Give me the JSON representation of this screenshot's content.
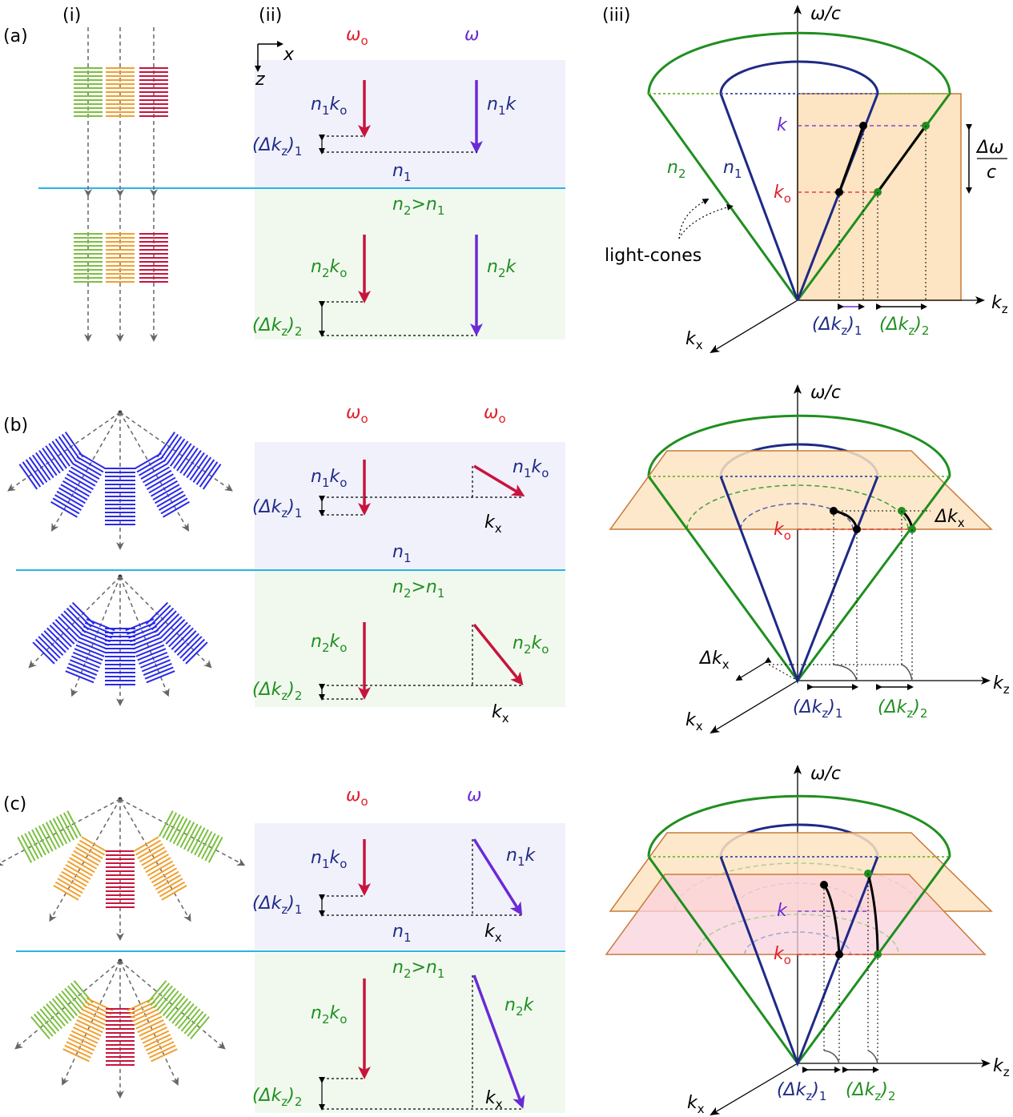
{
  "colors": {
    "red": "#c8143c",
    "purple": "#6a2ad6",
    "navy": "#1e2a86",
    "green": "#1f8f1f",
    "lightgreen": "#7cc040",
    "orange": "#f0a030",
    "blue": "#2a2ae8",
    "cyan": "#27b5e6",
    "bg_top": "#f1f1fb",
    "bg_bottom": "#f1f9ef",
    "plane": "#fde4c2",
    "plane_edge": "#c97a3a",
    "pink_plane": "#f9d2dc"
  },
  "column_labels": {
    "i": "(i)",
    "ii": "(ii)",
    "iii": "(iii)"
  },
  "rows": [
    {
      "label": "(a)",
      "freq_left": "ω",
      "freq_left_sub": "o",
      "freq_right": "ω",
      "freq_right_sub": "",
      "axes_x": "x",
      "axes_z": "z",
      "top_left_vec": {
        "n": "n",
        "nsub": "1",
        "k": "k",
        "ksub": "o"
      },
      "top_right_vec": {
        "n": "n",
        "nsub": "1",
        "k": "k",
        "ksub": ""
      },
      "top_dk": {
        "pre": "(Δk",
        "z": "z",
        "post": ")",
        "idx": "1"
      },
      "n1": {
        "n": "n",
        "sub": "1"
      },
      "n2gt": {
        "n": "n",
        "sub2": "2",
        "gt": ">n",
        "sub1": "1"
      },
      "bot_left_vec": {
        "n": "n",
        "nsub": "2",
        "k": "k",
        "ksub": "o"
      },
      "bot_right_vec": {
        "n": "n",
        "nsub": "2",
        "k": "k",
        "ksub": ""
      },
      "bot_dk": {
        "pre": "(Δk",
        "z": "z",
        "post": ")",
        "idx": "2"
      },
      "kx": ""
    },
    {
      "label": "(b)",
      "freq_left": "ω",
      "freq_left_sub": "o",
      "freq_right": "ω",
      "freq_right_sub": "o",
      "top_left_vec": {
        "n": "n",
        "nsub": "1",
        "k": "k",
        "ksub": "o"
      },
      "top_right_vec": {
        "n": "n",
        "nsub": "1",
        "k": "k",
        "ksub": "o"
      },
      "top_dk": {
        "pre": "(Δk",
        "z": "z",
        "post": ")",
        "idx": "1"
      },
      "n1": {
        "n": "n",
        "sub": "1"
      },
      "n2gt": {
        "n": "n",
        "sub2": "2",
        "gt": ">n",
        "sub1": "1"
      },
      "bot_left_vec": {
        "n": "n",
        "nsub": "2",
        "k": "k",
        "ksub": "o"
      },
      "bot_right_vec": {
        "n": "n",
        "nsub": "2",
        "k": "k",
        "ksub": "o"
      },
      "bot_dk": {
        "pre": "(Δk",
        "z": "z",
        "post": ")",
        "idx": "2"
      },
      "kx": {
        "k": "k",
        "sub": "x"
      }
    },
    {
      "label": "(c)",
      "freq_left": "ω",
      "freq_left_sub": "o",
      "freq_right": "ω",
      "freq_right_sub": "",
      "top_left_vec": {
        "n": "n",
        "nsub": "1",
        "k": "k",
        "ksub": "o"
      },
      "top_right_vec": {
        "n": "n",
        "nsub": "1",
        "k": "k",
        "ksub": ""
      },
      "top_dk": {
        "pre": "(Δk",
        "z": "z",
        "post": ")",
        "idx": "1"
      },
      "n1": {
        "n": "n",
        "sub": "1"
      },
      "n2gt": {
        "n": "n",
        "sub2": "2",
        "gt": ">n",
        "sub1": "1"
      },
      "bot_left_vec": {
        "n": "n",
        "nsub": "2",
        "k": "k",
        "ksub": "o"
      },
      "bot_right_vec": {
        "n": "n",
        "nsub": "2",
        "k": "k",
        "ksub": ""
      },
      "bot_dk": {
        "pre": "(Δk",
        "z": "z",
        "post": ")",
        "idx": "2"
      },
      "kx": {
        "k": "k",
        "sub": "x"
      }
    }
  ],
  "cone": {
    "omega_axis": "ω/c",
    "kz_axis": {
      "k": "k",
      "sub": "z"
    },
    "kx_axis": {
      "k": "k",
      "sub": "x"
    },
    "n1": {
      "n": "n",
      "sub": "1"
    },
    "n2": {
      "n": "n",
      "sub": "2"
    },
    "light_cones": "light-cones",
    "k_label": "k",
    "ko_label": {
      "k": "k",
      "sub": "o"
    },
    "delta_omega_num": "Δω",
    "delta_omega_den": "c",
    "dk1": {
      "pre": "(Δk",
      "z": "z",
      "post": ")",
      "idx": "1"
    },
    "dk2": {
      "pre": "(Δk",
      "z": "z",
      "post": ")",
      "idx": "2"
    },
    "dkx": {
      "d": "Δk",
      "sub": "x"
    }
  }
}
